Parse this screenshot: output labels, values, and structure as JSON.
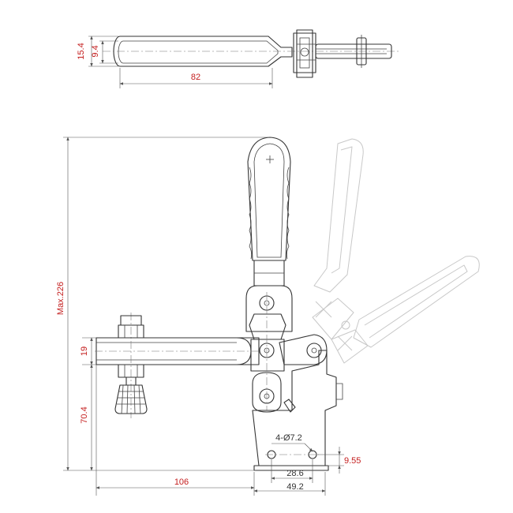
{
  "dimensions": {
    "top_view_height": "15.4",
    "top_view_inner_height": "9.4",
    "handle_length": "82",
    "max_height": "Max.226",
    "arm_thickness": "19",
    "spindle_height": "70.4",
    "reach": "106",
    "base_holes": "4-Ø7.2",
    "hole_spacing_x": "28.6",
    "base_width": "49.2",
    "hole_spacing_y": "9.55"
  },
  "colors": {
    "dimension_text": "#c41e1e",
    "outline": "#333333",
    "ghost_outline": "#c8c8c8"
  }
}
